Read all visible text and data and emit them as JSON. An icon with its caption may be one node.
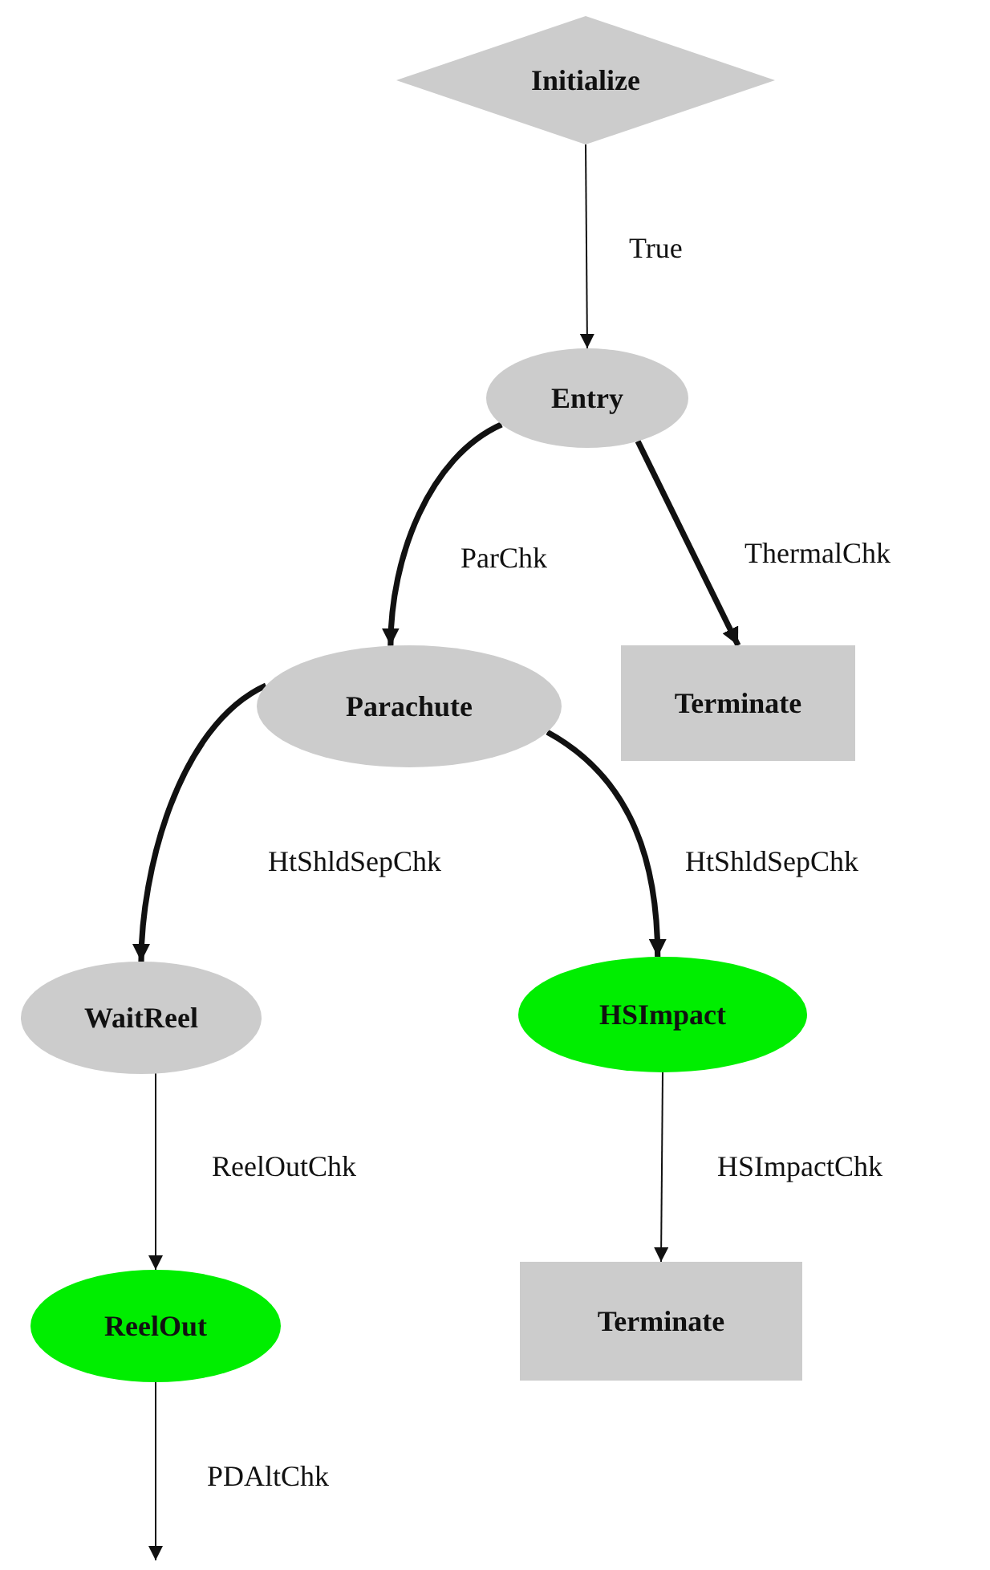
{
  "diagram": {
    "nodes": [
      {
        "text": [
          "Initialize"
        ]
      },
      {
        "text": [
          "Entry"
        ]
      },
      {
        "text": [
          "Parachute"
        ]
      },
      {
        "text": [
          "Terminate"
        ]
      },
      {
        "text": [
          "WaitReel"
        ]
      },
      {
        "text": [
          "HSImpact"
        ]
      },
      {
        "text": [
          "ReelOut"
        ]
      },
      {
        "text": [
          "Terminate"
        ]
      }
    ],
    "edges": [
      {
        "from": 0,
        "to": 1,
        "arrow": "to",
        "label": "True"
      },
      {
        "from": 1,
        "to": 2,
        "arrow": "to",
        "label": "ParChk",
        "style": "thick"
      },
      {
        "from": 1,
        "to": 3,
        "arrow": "to",
        "label": "ThermalChk",
        "style": "thick"
      },
      {
        "from": 2,
        "to": 4,
        "arrow": "to",
        "label": "HtShldSepChk",
        "style": "thick"
      },
      {
        "from": 2,
        "to": 5,
        "arrow": "to",
        "label": "HtShldSepChk",
        "style": "thick"
      },
      {
        "from": 4,
        "to": 6,
        "arrow": "to",
        "label": "ReelOutChk"
      },
      {
        "from": 5,
        "to": 7,
        "arrow": "to",
        "label": "HSImpactChk"
      },
      {
        "from": 6,
        "to": null,
        "arrow": "to",
        "label": "PDAltChk"
      }
    ]
  }
}
